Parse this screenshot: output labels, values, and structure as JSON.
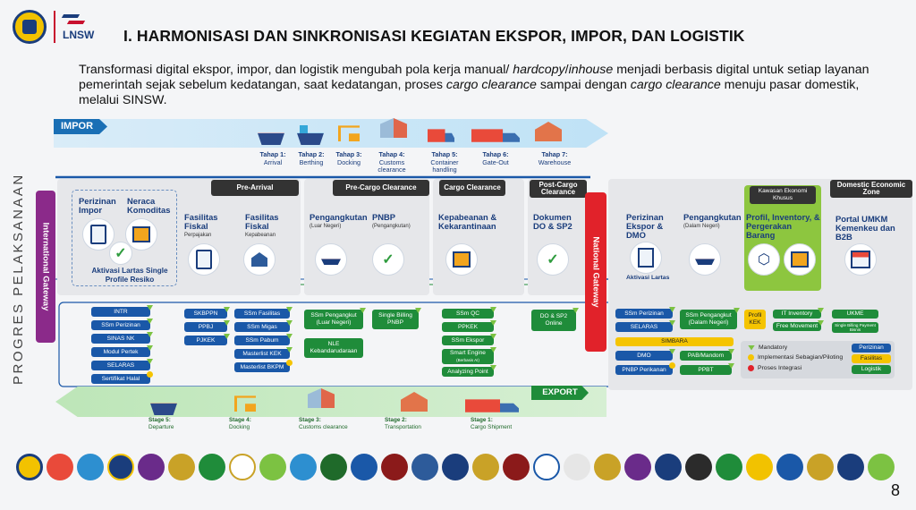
{
  "header": {
    "logo_lnsw_text": "LNSW",
    "title": "I.    HARMONISASI DAN SINKRONISASI KEGIATAN EKSPOR, IMPOR, DAN LOGISTIK",
    "intro_part1": "Transformasi digital ekspor, impor, dan logistik mengubah pola kerja manual/ ",
    "intro_italic1": "hardcopy",
    "intro_part2": "/",
    "intro_italic2": "inhouse",
    "intro_part3": " menjadi berbasis digital untuk setiap layanan pemerintah sejak sebelum kedatangan, saat kedatangan, proses ",
    "intro_italic3": "cargo clearance",
    "intro_part4": " sampai dengan ",
    "intro_italic4": "cargo clearance",
    "intro_part5": " menuju pasar domestik, melalui SINSW."
  },
  "side_label": "PROGRES PELAKSANAAN",
  "impor": {
    "tag": "IMPOR",
    "stages": [
      {
        "num": "Tahap 1:",
        "name": "Arrival"
      },
      {
        "num": "Tahap 2:",
        "name": "Berthing"
      },
      {
        "num": "Tahap 3:",
        "name": "Docking"
      },
      {
        "num": "Tahap 4:",
        "name": "Customs clearance"
      },
      {
        "num": "Tahap 5:",
        "name": "Container handling"
      },
      {
        "num": "Tahap 6:",
        "name": "Gate-Out"
      },
      {
        "num": "Tahap 7:",
        "name": "Warehouse"
      }
    ]
  },
  "phases": {
    "pre_arrival": "Pre-Arrival",
    "pre_cargo": "Pre-Cargo Clearance",
    "cargo": "Cargo Clearance",
    "post_cargo": "Post-Cargo Clearance",
    "domestic": "Domestic Economic Zone",
    "kek": "Kawasan Ekonomi Khusus"
  },
  "gateways": {
    "international": "International Gateway",
    "national": "National Gateway"
  },
  "nodes": {
    "perizinan_impor": "Perizinan Impor",
    "neraca": "Neraca Komoditas",
    "aktivasi": "Aktivasi Lartas Single Profile Resiko",
    "fasilitas_fiskal_1": "Fasilitas Fiskal",
    "fasilitas_fiskal_1_sub": "Perpajakan",
    "fasilitas_fiskal_2": "Fasilitas Fiskal",
    "fasilitas_fiskal_2_sub": "Kepabeanan",
    "pengangkutan_1": "Pengangkutan",
    "pengangkutan_1_sub": "(Luar Negeri)",
    "pnbp": "PNBP",
    "pnbp_sub": "(Pengangkutan)",
    "kepabeanan": "Kepabeanan & Kekarantinaan",
    "dokumen": "Dokumen DO & SP2",
    "perizinan_ekspor": "Perizinan Ekspor & DMO",
    "aktivasi_lartas": "Aktivasi Lartas",
    "pengangkutan_2": "Pengangkutan",
    "pengangkutan_2_sub": "(Dalam Negeri)",
    "profil": "Profil, Inventory, & Pergerakan Barang",
    "portal": "Portal UMKM Kemenkeu dan B2B"
  },
  "boxes": {
    "col1": [
      "INTR",
      "SSm Perizinan",
      "SINAS NK",
      "Modul Pertek",
      "SELARAS",
      "Sertifikat Halal"
    ],
    "col2": [
      "SKBPPN",
      "PPBJ",
      "PJKEK"
    ],
    "col3": [
      "SSm Fasilitas",
      "SSm Migas",
      "SSm Pabum",
      "Masterlist KEK",
      "Masterlist BKPM"
    ],
    "col4": [
      "SSm Pengangkut (Luar Negeri)",
      "NLE Kebandarudaraan"
    ],
    "col5": [
      "Single Billing PNBP"
    ],
    "col6": [
      "SSm QC",
      "PPKEK",
      "SSm Ekspor",
      "Smart Engine",
      "Analyzing Point"
    ],
    "col6_smart_sub": "(Berbasis AI)",
    "col7": [
      "DO & SP2 Online"
    ],
    "col8": [
      "SSm Perizinan",
      "SELARAS",
      "SIMBARA",
      "DMO",
      "PNBP Perikanan"
    ],
    "col9": [
      "SSm Pengangkut (Dalam Negeri)",
      "PAB/Mandom",
      "PPBT"
    ],
    "col10": [
      "Profil KEK",
      "IT Inventory",
      "Free Movement"
    ],
    "col11": [
      "UKME",
      "Single Billing Payment Bisnis"
    ]
  },
  "legend": {
    "mandatory": "Mandatory",
    "partial": "Implementasi Sebagian/Piloting",
    "integration": "Proses Integrasi",
    "perizinan": "Perizinan",
    "fasilitas": "Fasilitas",
    "logistik": "Logistik"
  },
  "export": {
    "tag": "EXPORT",
    "stages": [
      {
        "num": "Stage 5:",
        "name": "Departure"
      },
      {
        "num": "Stage 4:",
        "name": "Docking"
      },
      {
        "num": "Stage 3:",
        "name": "Customs clearance"
      },
      {
        "num": "Stage 2:",
        "name": "Transportation"
      },
      {
        "num": "Stage 1:",
        "name": "Cargo Shipment"
      }
    ]
  },
  "colors": {
    "mandatory": "#7cc242",
    "partial": "#f5c400",
    "integration": "#e1222a",
    "perizinan": "#1a58a8",
    "fasilitas": "#f5c400",
    "logistik": "#1f8c3a"
  },
  "page_number": "8"
}
